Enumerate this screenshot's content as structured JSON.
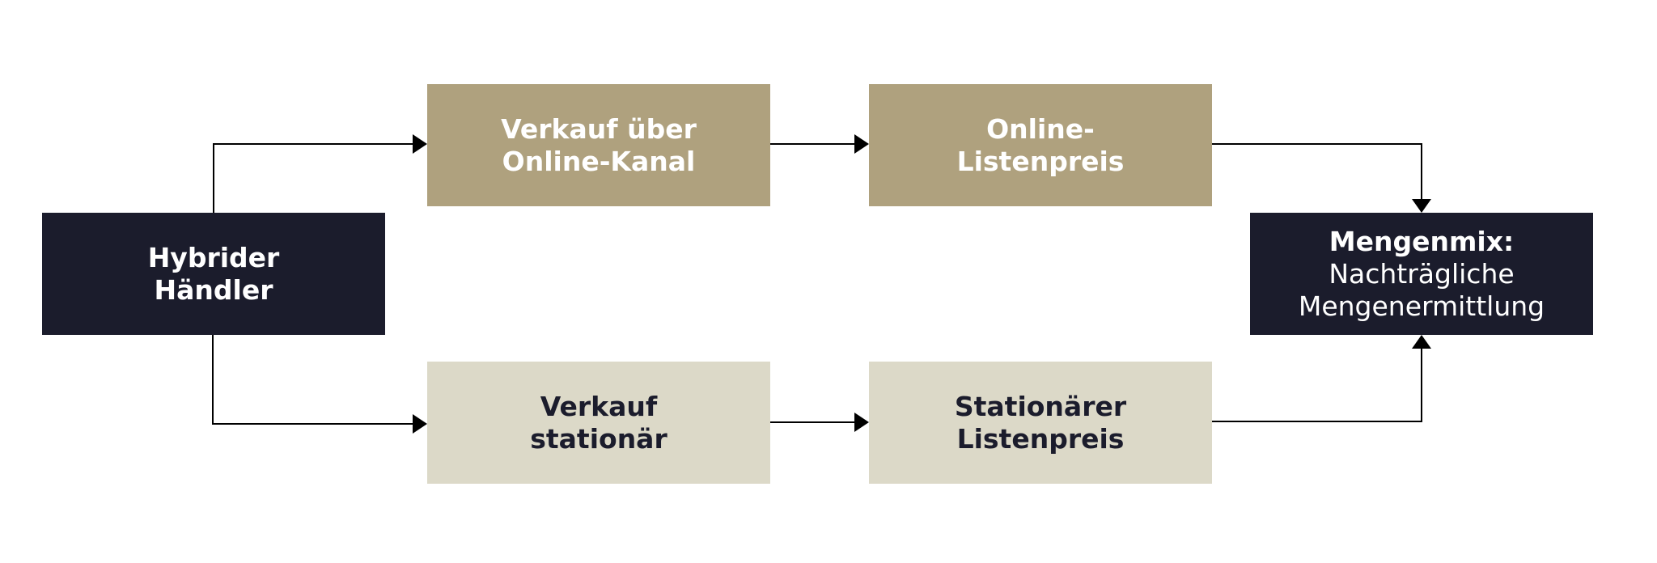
{
  "diagram": {
    "hybrid_dealer": {
      "line1": "Hybrider",
      "line2": "Händler"
    },
    "online_sale": {
      "line1": "Verkauf über",
      "line2": "Online-Kanal"
    },
    "online_price": {
      "line1": "Online-",
      "line2": "Listenpreis"
    },
    "stationary_sale": {
      "line1": "Verkauf",
      "line2": "stationär"
    },
    "stationary_price": {
      "line1": "Stationärer",
      "line2": "Listenpreis"
    },
    "quantity_mix": {
      "line1": "Mengenmix:",
      "line2": "Nachträgliche",
      "line3": "Mengenermittlung"
    }
  },
  "colors": {
    "dark": "#1b1c2c",
    "gold": "#afa17e",
    "light": "#dcd9c8",
    "connector": "#000000"
  }
}
